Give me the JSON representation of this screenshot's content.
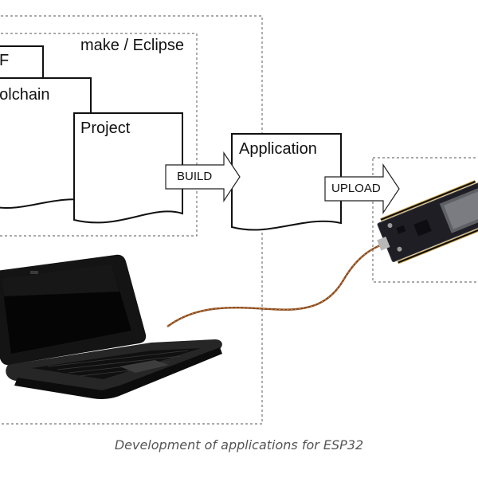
{
  "frames": {
    "tools_label": "make / Eclipse"
  },
  "documents": {
    "idf": "IDF",
    "toolchain": "Toolchain",
    "project": "Project",
    "application": "Application"
  },
  "arrows": {
    "build": "BUILD",
    "upload": "UPLOAD"
  },
  "devices": {
    "computer": "laptop-icon",
    "board": "esp32-devkit-icon",
    "cable": "usb-cable"
  },
  "caption": "Development of applications for ESP32",
  "colors": {
    "frame": "#777777",
    "doc_stroke": "#111111",
    "cable": "#8b4a1c",
    "board": "#1e1e24",
    "caption": "#555555"
  }
}
